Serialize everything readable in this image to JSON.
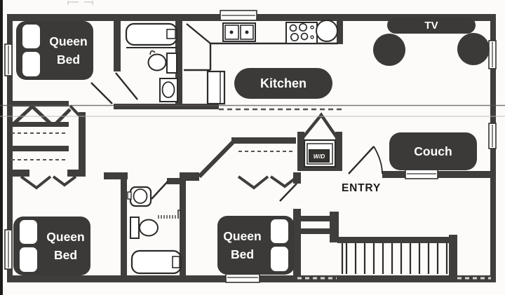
{
  "floorplan": {
    "labels": {
      "bedroom_top_left": {
        "line1": "Queen",
        "line2": "Bed"
      },
      "bedroom_bottom_left": {
        "line1": "Queen",
        "line2": "Bed"
      },
      "bedroom_bottom_middle": {
        "line1": "Queen",
        "line2": "Bed"
      },
      "kitchen": "Kitchen",
      "tv": "TV",
      "couch": "Couch",
      "entry": "ENTRY",
      "washer_dryer": "W/D"
    },
    "colors": {
      "walls": "#403e3c",
      "furniture": "#3b3a38",
      "label_text": "#ffffff",
      "entry_text": "#1c1b1a",
      "background": "#fcfbfa",
      "fixture_line": "#2c2b29"
    }
  }
}
